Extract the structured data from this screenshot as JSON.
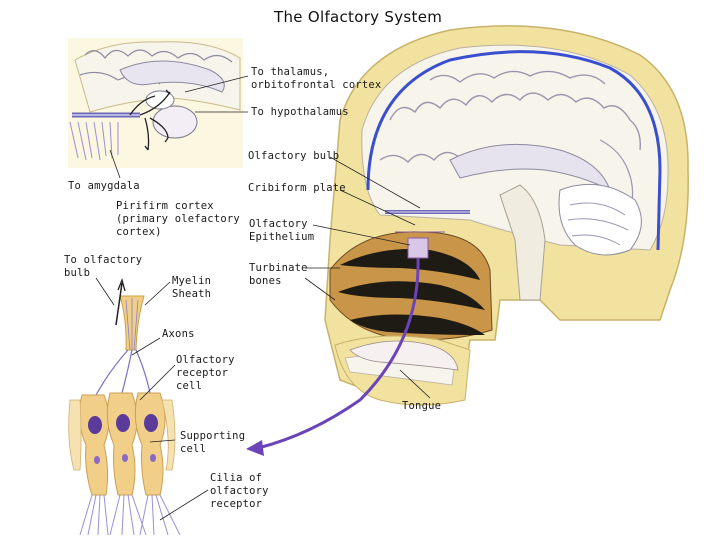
{
  "title": "The Olfactory System",
  "labels": {
    "to_thalamus": "To thalamus,\norbitofrontal cortex",
    "to_hypothalamus": "To hypothalamus",
    "olfactory_bulb": "Olfactory bulb",
    "to_amygdala": "To amygdala",
    "cribiform_plate": "Cribiform plate",
    "pirifirm_cortex": "Pirifirm cortex\n(primary olefactory\ncortex)",
    "olfactory_epithelium": "Olfactory\nEpithelium",
    "to_olfactory_bulb": "To olfactory\nbulb",
    "myelin_sheath": "Myelin\nSheath",
    "turbinate_bones": "Turbinate\nbones",
    "axons": "Axons",
    "olfactory_receptor_cell": "Olfactory\nreceptor\ncell",
    "tongue": "Tongue",
    "supporting_cell": "Supporting\ncell",
    "cilia": "Cilia of\nolfactory\nreceptor"
  },
  "colors": {
    "skull": "#f2e2a0",
    "brain": "#f7f4ec",
    "vessel": "#3a4fd0",
    "epithelium_cell": "#f2cf88",
    "nucleus": "#5a3a9a",
    "turbinate": "#b9853a",
    "arrow": "#6a44b8",
    "inset_bg": "#faf3d4"
  }
}
